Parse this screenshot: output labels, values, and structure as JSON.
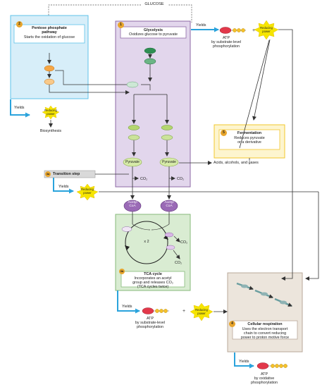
{
  "glucose_label": "GLUCOSE",
  "pentose": {
    "number": "2",
    "title_line1": "Pentose phosphate",
    "title_line2": "pathway",
    "desc": "Starts the oxidation of glucose",
    "yields": "Yields",
    "reducing_power": "Reducing power",
    "biosynthesis": "Biosynthesis"
  },
  "glycolysis": {
    "number": "1",
    "title": "Glycolysis",
    "desc": "Oxidizes glucose to pyruvate",
    "yields": "Yields",
    "atp_line1": "ATP",
    "atp_line2": "by substrate-level",
    "atp_line3": "phosphorylation",
    "reducing_power": "Reducing power",
    "pyruvate_left": "Pyruvate",
    "pyruvate_right": "Pyruvate"
  },
  "fermentation": {
    "number": "5",
    "title": "Fermentation",
    "desc_line1": "Reduces pyruvate",
    "desc_line2": "or a derivative",
    "products": "Acids, alcohols, and gases"
  },
  "transition": {
    "number": "3a",
    "title": "Transition step",
    "yields": "Yields",
    "reducing_power": "Reducing power",
    "co2_left": "CO₂",
    "co2_right": "CO₂",
    "acetyl_left": "Acetyl CoA",
    "acetyl_right": "Acetyl CoA"
  },
  "tca": {
    "number": "3b",
    "cycle_label": "x 2",
    "co2_a": "CO₂",
    "co2_b": "CO₂",
    "title": "TCA cycle",
    "desc_line1": "Incorporates an acetyl",
    "desc_line2": "group and releases CO₂",
    "desc_line3": "(TCA cycles twice)",
    "yields": "Yields",
    "atp_line1": "ATP",
    "atp_line2": "by substrate-level",
    "atp_line3": "phosphorylation",
    "reducing_power": "Reducing power"
  },
  "respiration": {
    "number": "4",
    "title": "Cellular respiration",
    "desc_line1": "Uses the electron transport",
    "desc_line2": "chain to convert reducing",
    "desc_line3": "power to proton motive force",
    "yields": "Yields",
    "atp_line1": "ATP",
    "atp_line2": "by oxidative",
    "atp_line3": "phosphorylation"
  },
  "colors": {
    "pentose_fill": "#d7eef9",
    "pentose_border": "#5fc3ea",
    "glycolysis_fill": "#e2d6ec",
    "glycolysis_border": "#8d6aa6",
    "fermentation_fill": "#fdf5cf",
    "fermentation_border": "#f2c72e",
    "tca_fill": "#d9ecd2",
    "tca_border": "#86b97a",
    "respiration_fill": "#ece5dc",
    "respiration_border": "#b8a89a",
    "arrow_blue": "#2aa3dc",
    "reducing_star": "#f6e500",
    "atp_bead": "#f5c12a"
  }
}
